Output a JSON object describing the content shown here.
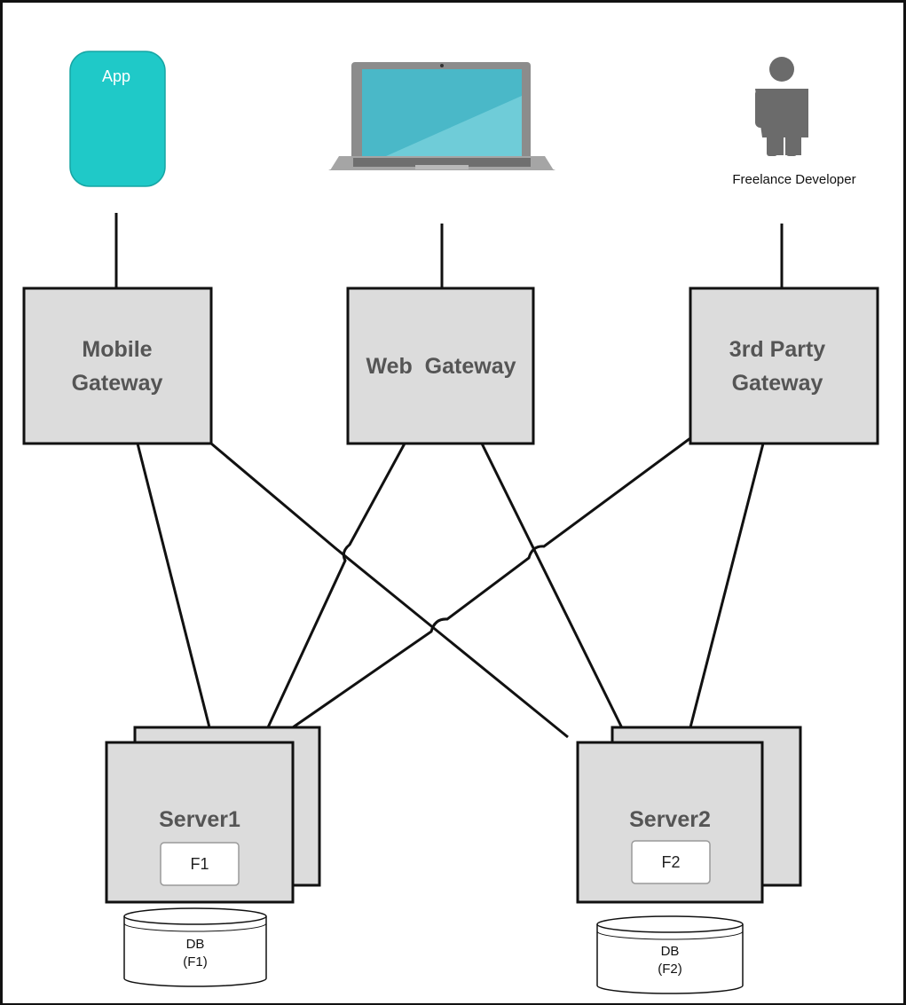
{
  "clients": {
    "app_label": "App",
    "person_label": "Freelance Developer"
  },
  "gateways": {
    "mobile": [
      "Mobile",
      "Gateway"
    ],
    "web": "Web  Gateway",
    "third_party": [
      "3rd Party",
      "Gateway"
    ]
  },
  "servers": {
    "server1": {
      "title": "Server1",
      "function": "F1"
    },
    "server2": {
      "title": "Server2",
      "function": "F2"
    }
  },
  "databases": {
    "db1": [
      "DB",
      "(F1)"
    ],
    "db2": [
      "DB",
      "(F2)"
    ]
  },
  "colors": {
    "box_fill": "#dcdcdc",
    "stroke": "#111111",
    "app_teal": "#1fc9c8",
    "person_gray": "#6b6b6b",
    "laptop_screen": "#4ab8c8",
    "laptop_body": "#8f8f8f"
  }
}
